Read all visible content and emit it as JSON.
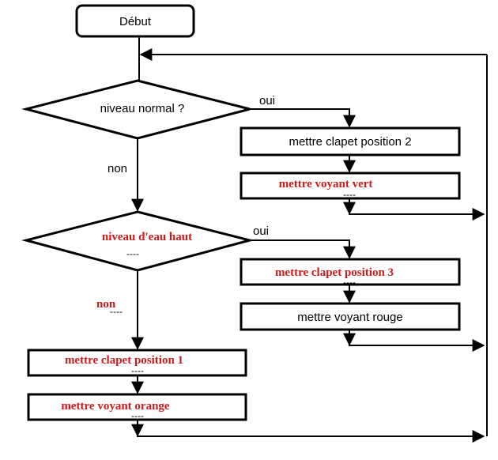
{
  "colors": {
    "line": "#000000",
    "filled_text": "#cc1a1a",
    "background": "#ffffff"
  },
  "nodes": {
    "start": "Début",
    "decision1": "niveau normal ?",
    "action_clapet2": "mettre clapet position 2",
    "action_voyant_vert": "mettre voyant vert",
    "decision2": "niveau d'eau haut",
    "action_clapet3": "mettre clapet  position 3",
    "action_voyant_rouge": "mettre voyant rouge",
    "action_clapet1": "mettre clapet position 1",
    "action_voyant_orange": "mettre voyant orange"
  },
  "edge_labels": {
    "d1_yes": "oui",
    "d1_no": "non",
    "d2_yes": "oui",
    "d2_no": "non"
  },
  "blank_marker": "----"
}
